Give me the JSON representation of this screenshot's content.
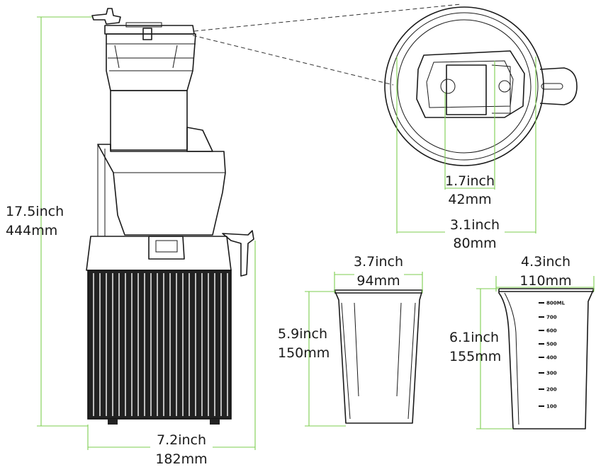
{
  "colors": {
    "dimension_line": "#7ccd4f",
    "outline": "#1a1a1a",
    "base_fill": "#222222",
    "leader_dash": "#333333"
  },
  "dimensions": {
    "height": {
      "imperial": "17.5inch",
      "metric": "444mm"
    },
    "base_width": {
      "imperial": "7.2inch",
      "metric": "182mm"
    },
    "chute": {
      "imperial": "1.7inch",
      "metric": "42mm"
    },
    "lid": {
      "imperial": "3.1inch",
      "metric": "80mm"
    },
    "cup_width": {
      "imperial": "3.7inch",
      "metric": "94mm"
    },
    "cup_height": {
      "imperial": "5.9inch",
      "metric": "150mm"
    },
    "jug_width": {
      "imperial": "4.3inch",
      "metric": "110mm"
    },
    "jug_height": {
      "imperial": "6.1inch",
      "metric": "155mm"
    }
  },
  "jug_scale": [
    "800ML",
    "700",
    "600",
    "500",
    "400",
    "300",
    "200",
    "100"
  ]
}
